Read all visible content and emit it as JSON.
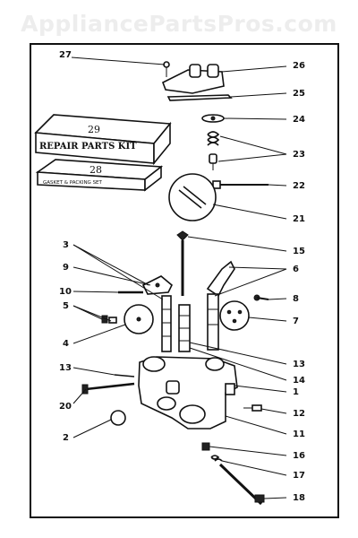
{
  "watermark": "AppliancePartsPros.com",
  "kit_box_1": {
    "number": "29",
    "label": "REPAIR PARTS KIT"
  },
  "kit_box_2": {
    "number": "28",
    "label": "GASKET  & PACKING  SET"
  },
  "callouts": [
    "27",
    "26",
    "25",
    "24",
    "23",
    "22",
    "21",
    "15",
    "3",
    "9",
    "6",
    "10",
    "8",
    "5",
    "7",
    "4",
    "13",
    "14",
    "1",
    "13",
    "12",
    "20",
    "11",
    "2",
    "16",
    "17",
    "18"
  ]
}
